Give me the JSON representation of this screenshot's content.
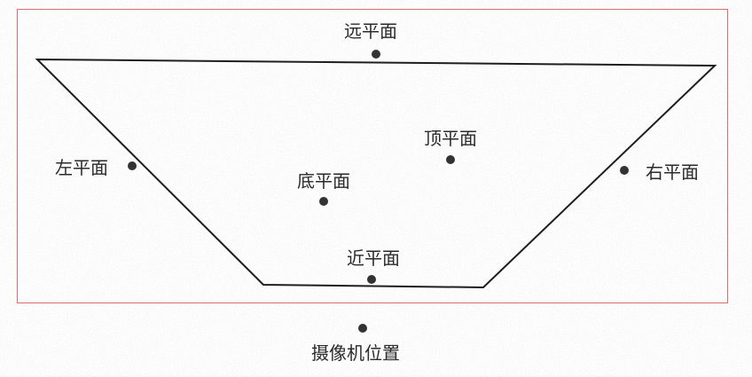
{
  "diagram": {
    "labels": {
      "far_plane": "远平面",
      "top_plane": "顶平面",
      "left_plane": "左平面",
      "right_plane": "右平面",
      "bottom_plane": "底平面",
      "near_plane": "近平面",
      "camera_position": "摄像机位置"
    },
    "colors": {
      "frame": "#e06a6a",
      "outline": "#1e1e1e",
      "point": "#333333",
      "text": "#2a2a2a",
      "background": "#ffffff",
      "speckle": "#dcdcdc"
    }
  }
}
